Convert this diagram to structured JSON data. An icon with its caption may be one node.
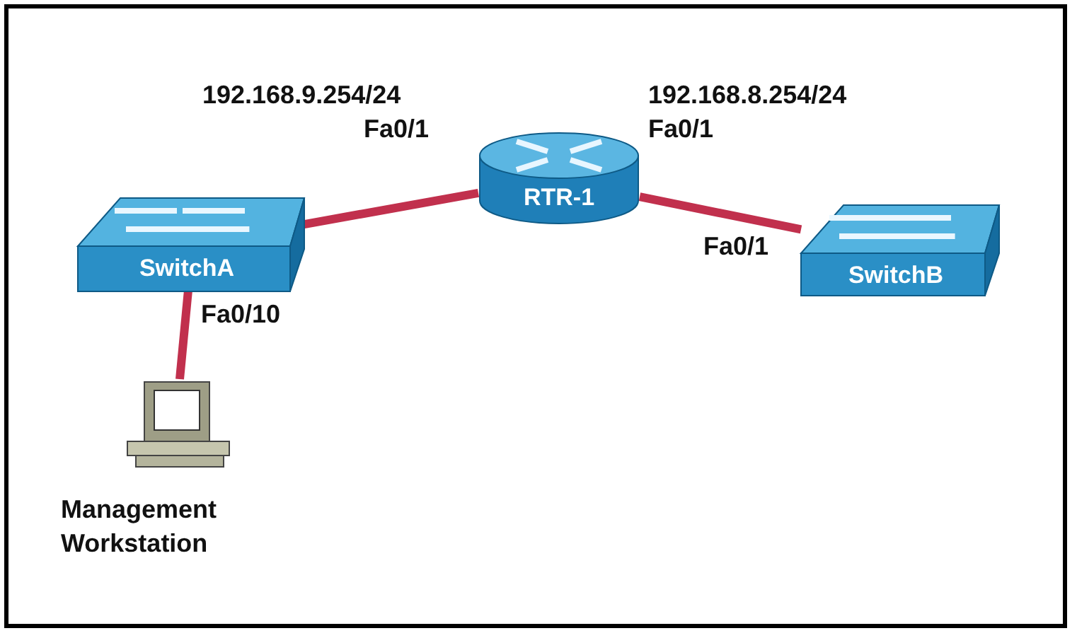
{
  "diagram": {
    "nodes": [
      {
        "text": [
          "RTR-1"
        ]
      },
      {
        "text": [
          "SwitchA"
        ]
      },
      {
        "text": [
          "SwitchB"
        ]
      },
      {
        "text": [
          "Management Workstation"
        ]
      }
    ],
    "edges": [
      {
        "from": 0,
        "to": 1,
        "arrow": "none"
      },
      {
        "from": 0,
        "to": 2,
        "arrow": "none"
      },
      {
        "from": 1,
        "to": 3,
        "arrow": "none"
      }
    ],
    "labels": [
      "192.168.9.254/24",
      "Fa0/1",
      "192.168.8.254/24",
      "Fa0/1",
      "Fa0/1",
      "Fa0/10"
    ]
  }
}
